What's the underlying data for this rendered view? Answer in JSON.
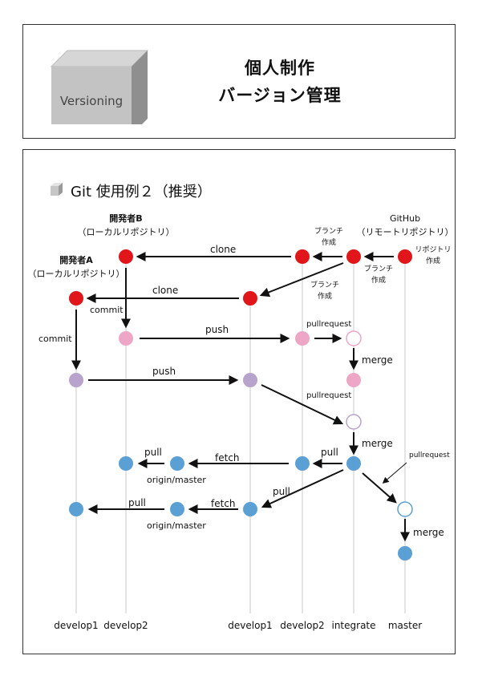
{
  "header": {
    "cube_label": "Versioning",
    "title_line1": "個人制作",
    "title_line2": "バージョン管理"
  },
  "diagram": {
    "section_title": "Git 使用例２（推奨）",
    "dev_b_name": "開発者B",
    "dev_b_sub": "（ローカルリポジトリ）",
    "dev_a_name": "開発者A",
    "dev_a_sub": "（ローカルリポジトリ）",
    "github_name": "GitHub",
    "github_sub": "（リモートリポジトリ）",
    "branch_create_1": "ブランチ",
    "branch_create_1b": "作成",
    "branch_create_2": "ブランチ",
    "branch_create_2b": "作成",
    "branch_create_3": "ブランチ",
    "branch_create_3b": "作成",
    "repo_create_1": "リポジトリ",
    "repo_create_2": "作成",
    "clone_b": "clone",
    "clone_a": "clone",
    "commit_b": "commit",
    "commit_a": "commit",
    "push_b": "push",
    "push_a": "push",
    "pullrequest_1": "pullrequest",
    "pullrequest_2": "pullrequest",
    "pullrequest_3": "pullrequest",
    "merge_1": "merge",
    "merge_2": "merge",
    "merge_3": "merge",
    "pull_b": "pull",
    "pull_integrate": "pull",
    "pull_a": "pull",
    "pull_develop1": "pull",
    "fetch_b": "fetch",
    "fetch_a": "fetch",
    "origin_master_b": "origin/master",
    "origin_master_a": "origin/master",
    "lanes": [
      "develop1",
      "develop2",
      "develop1",
      "develop2",
      "integrate",
      "master"
    ],
    "colors": {
      "red": "#e0161b",
      "pink": "#eda6c6",
      "purple": "#b7a3cc",
      "blue": "#5aa0d4",
      "lane": "#c8c8c8"
    }
  }
}
